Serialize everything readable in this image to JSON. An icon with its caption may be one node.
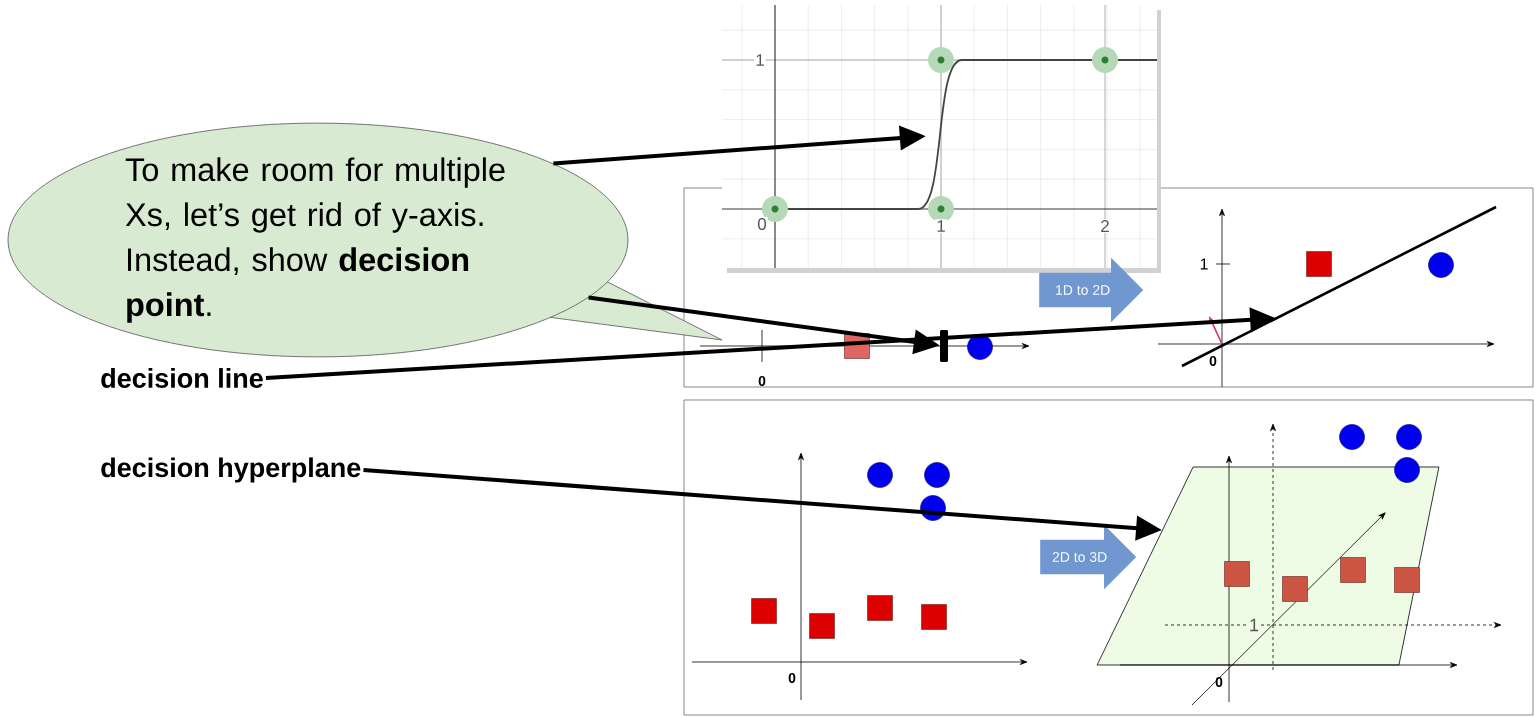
{
  "diagram": {
    "nodes": [
      {
        "text": [
          "To make room for multiple Xs, let’s get rid of y-axis. Instead, show **decision point**."
        ]
      },
      {
        "text": [
          "decision line"
        ]
      },
      {
        "text": [
          "decision hyperplane"
        ]
      },
      {
        "text": [],
        "shape": "curve"
      },
      {
        "text": [],
        "shape": "bar"
      },
      {
        "text": [],
        "shape": "line"
      },
      {
        "text": [],
        "shape": "parallelogram"
      },
      {
        "text": [
          "1D to 2D"
        ]
      },
      {
        "text": [
          "2D to 3D"
        ]
      }
    ],
    "edges": [
      {
        "from": 0,
        "to": 3,
        "arrow": "to"
      },
      {
        "from": 0,
        "to": 4,
        "arrow": "to"
      },
      {
        "from": 1,
        "to": 5,
        "arrow": "to"
      },
      {
        "from": 2,
        "to": 6,
        "arrow": "to"
      }
    ],
    "labels": [
      "1",
      "0",
      "1",
      "2",
      "0",
      "1",
      "0",
      "0",
      "1",
      "0"
    ]
  }
}
